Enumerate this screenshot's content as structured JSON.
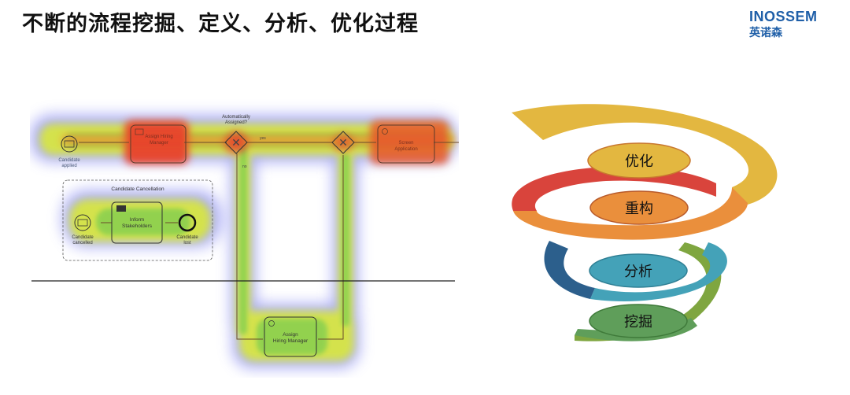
{
  "slide": {
    "title": "不断的流程挖掘、定义、分析、优化过程"
  },
  "logo": {
    "brand_en": "INOSSEM",
    "brand_cn": "英诺森"
  },
  "process_diagram": {
    "gateway_label_line1": "Automatically",
    "gateway_label_line2": "Assigned?",
    "yes_label": "yes",
    "no_label": "no",
    "start_event_line1": "Candidate",
    "start_event_line2": "applied",
    "task_assign_top_line1": "Assign Hiring",
    "task_assign_top_line2": "Manager",
    "task_screen_line1": "Screen",
    "task_screen_line2": "Application",
    "subprocess_title": "Candidate Cancellation",
    "cancel_start_line1": "Candidate",
    "cancel_start_line2": "cancelled",
    "task_inform_line1": "Inform",
    "task_inform_line2": "Stakeholders",
    "cancel_end_line1": "Candidate",
    "cancel_end_line2": "lost",
    "task_assign_bottom_line1": "Assign",
    "task_assign_bottom_line2": "Hiring Manager"
  },
  "spiral": {
    "optimize": "优化",
    "restructure": "重构",
    "analyze": "分析",
    "mining": "挖掘"
  },
  "colors": {
    "heat_red": "#e8412c",
    "heat_yellow": "#d9e83a",
    "heat_green": "#8fd14f",
    "heat_blue": "#8c8ff0",
    "spiral_gold": "#e3b740",
    "spiral_red": "#d9443c",
    "spiral_orange": "#ea8f3c",
    "spiral_teal": "#44a2b8",
    "spiral_navy": "#2c5f8c",
    "spiral_green": "#5f9e5a",
    "spiral_olive": "#7fa640",
    "brand_blue": "#1f5fa8"
  }
}
